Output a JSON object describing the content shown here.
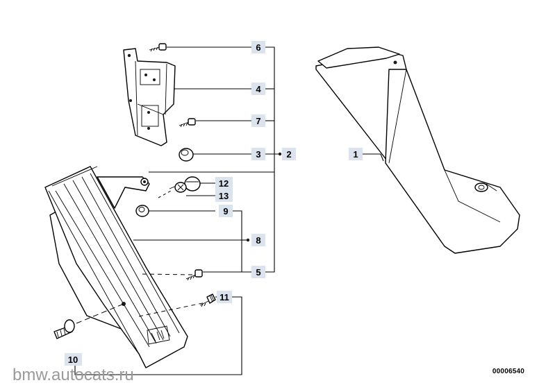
{
  "diagram": {
    "code": "00006540",
    "watermark": "bmw.autocats.ru",
    "callouts": {
      "p1": "1",
      "p2": "2",
      "p3": "3",
      "p4": "4",
      "p5": "5",
      "p6": "6",
      "p7": "7",
      "p8": "8",
      "p9": "9",
      "p10": "10",
      "p11": "11",
      "p12": "12",
      "p13": "13"
    }
  }
}
